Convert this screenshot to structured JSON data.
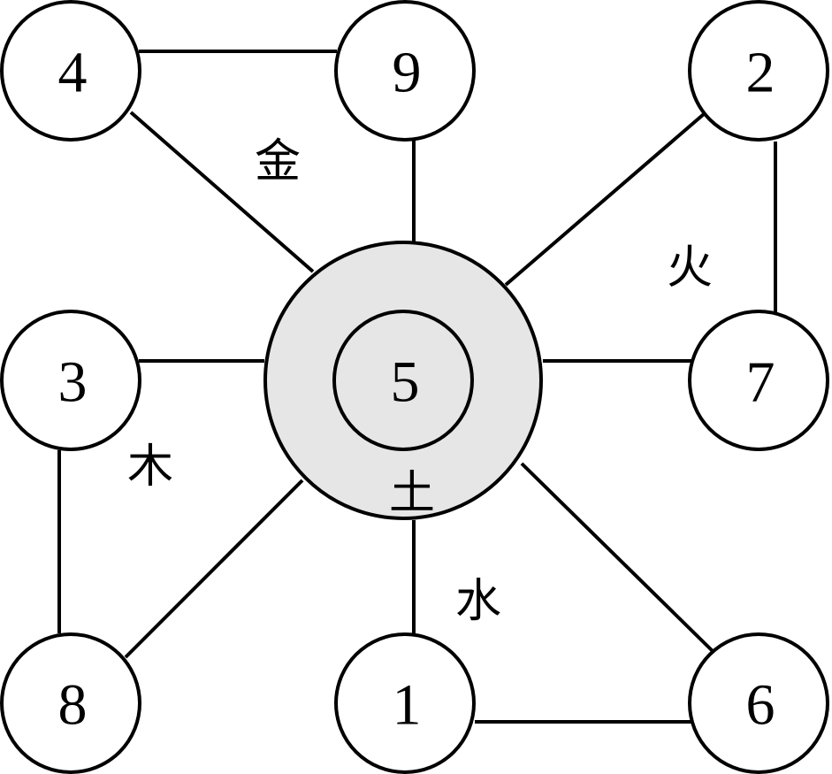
{
  "nodes": {
    "n4": "4",
    "n9": "9",
    "n2": "2",
    "n3": "3",
    "n5": "5",
    "n7": "7",
    "n8": "8",
    "n1": "1",
    "n6": "6"
  },
  "elements": {
    "metal": "金",
    "fire": "火",
    "wood": "木",
    "earth": "土",
    "water": "水"
  },
  "colors": {
    "center_fill": "#e6e6e6",
    "stroke": "#000000"
  }
}
